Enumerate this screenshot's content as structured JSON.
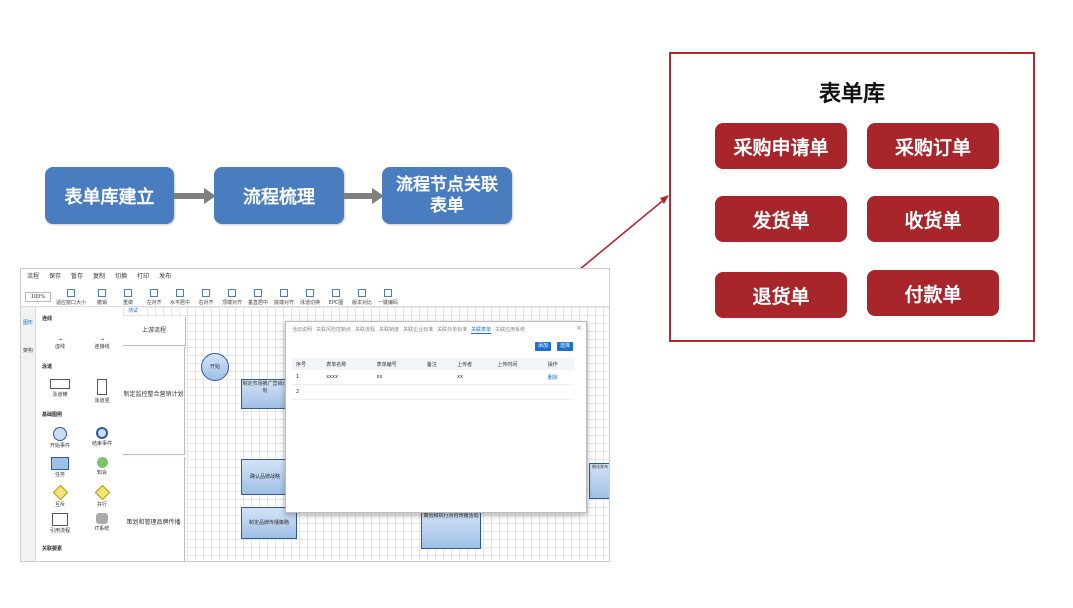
{
  "flow": {
    "steps": [
      "表单库建立",
      "流程梳理",
      "流程节点关联表单"
    ]
  },
  "library": {
    "title": "表单库",
    "forms": [
      "采购申请单",
      "采购订单",
      "发货单",
      "收货单",
      "退货单",
      "付款单"
    ]
  },
  "colors": {
    "flow_box": "#4a7dbf",
    "library_border": "#b5262d",
    "form_button": "#a8252b",
    "arrow": "#808080"
  },
  "app": {
    "menu": [
      "流程",
      "保存",
      "暂存",
      "复制",
      "切换",
      "打印",
      "发布"
    ],
    "zoom": "100%",
    "tools": [
      "适应窗口大小",
      "撤销",
      "重做",
      "左对齐",
      "水平居中",
      "右对齐",
      "顶端对齐",
      "垂直居中",
      "底端对齐",
      "泳道切换",
      "EPC图",
      "版本对比",
      "一键编码"
    ],
    "left_tabs": [
      "图形",
      "架构"
    ],
    "shape_sections": [
      "连线",
      "泳道",
      "基础图例",
      "关联要素"
    ],
    "shapes": [
      "虚线",
      "连接线",
      "泳道横",
      "泳道竖",
      "开始事件",
      "结束事件",
      "任务",
      "知会",
      "互斥",
      "并行",
      "引用流程",
      "IT系统"
    ],
    "canvas_tab": "测试",
    "lanes": [
      "上游流程",
      "制定监控整合营销计划",
      "策划和管理品牌传播"
    ],
    "nodes": [
      "开始",
      "制定市场推广营销计划",
      "确认品牌战略",
      "制定品牌传播策略",
      "策划和执行对内传播活动",
      "细化发布"
    ],
    "dialog": {
      "tabs": [
        "活动说明",
        "关联风险控制点",
        "关联流程",
        "关联制度",
        "关联企业标准",
        "关联外单标准",
        "关联表单",
        "关联应用系统"
      ],
      "active_tab": "关联表单",
      "add": "添加",
      "select": "选择",
      "headers": [
        "序号",
        "表单名称",
        "表单编号",
        "备注",
        "上传者",
        "上传时间",
        "操作"
      ],
      "rows": [
        [
          "1",
          "xxxx",
          "xx",
          "",
          "xx",
          "",
          "删除"
        ],
        [
          "2",
          "",
          "",
          "",
          "",
          "",
          ""
        ]
      ]
    }
  }
}
